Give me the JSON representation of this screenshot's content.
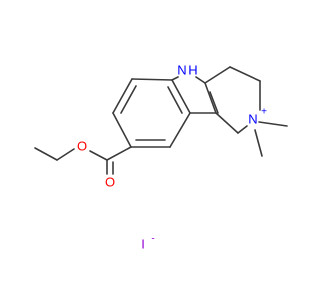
{
  "molecule": {
    "atoms": {
      "nh": {
        "symbol": "N",
        "h": "H",
        "color": "#0000ff"
      },
      "n_plus": {
        "symbol": "N",
        "charge": "+",
        "color": "#0000ff"
      },
      "o_carbonyl": {
        "symbol": "O",
        "color": "#ff0000"
      },
      "o_ester": {
        "symbol": "O",
        "color": "#ff0000"
      }
    },
    "counter_ion": {
      "symbol": "I",
      "charge": "-",
      "color": "#9400d3"
    }
  },
  "colors": {
    "bond": "#3a3a3a",
    "background": "#ffffff"
  }
}
